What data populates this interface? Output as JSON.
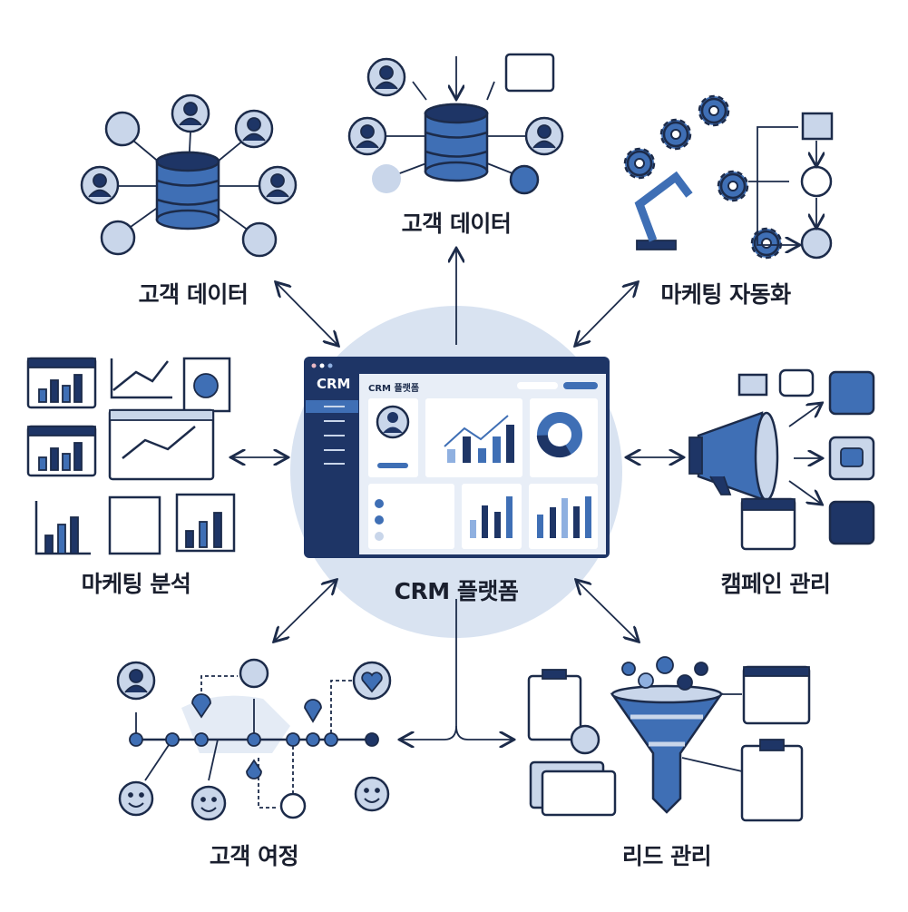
{
  "nodes": {
    "customer_data_left": "고객 데이터",
    "customer_data_top": "고객 데이터",
    "marketing_automation": "마케팅 자동화",
    "marketing_analytics": "마케팅 분석",
    "crm_platform": "CRM 플랫폼",
    "campaign_management": "캠페인 관리",
    "customer_journey": "고객 여정",
    "lead_management": "리드 관리"
  },
  "window": {
    "sidebar_title": "CRM",
    "header_title": "CRM 플랫폼"
  },
  "colors": {
    "navy": "#1e3566",
    "blue": "#3f6fb5",
    "light": "#c9d6ea",
    "outline": "#1c2b4a"
  }
}
